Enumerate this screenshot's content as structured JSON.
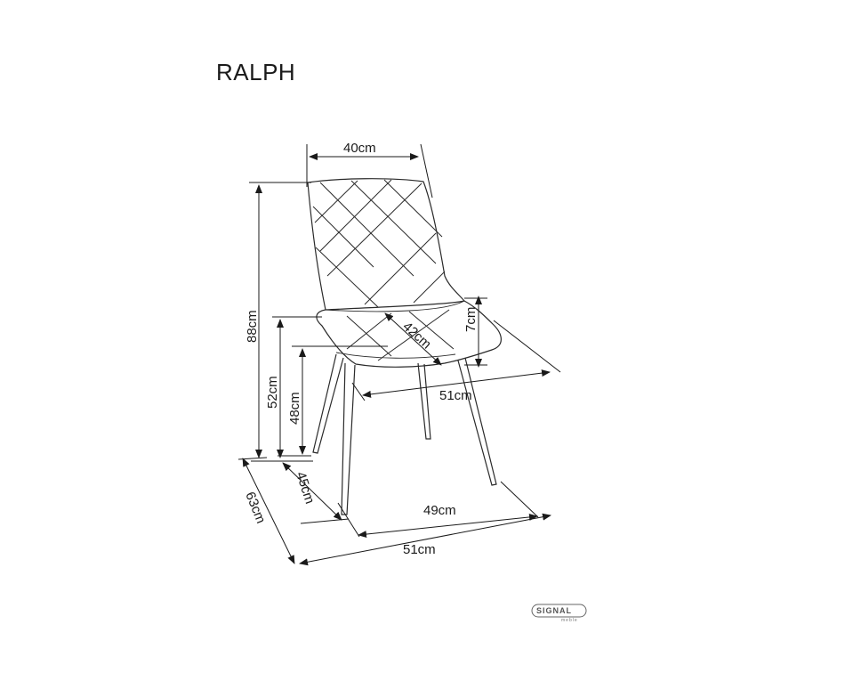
{
  "title": "RALPH",
  "dimensions": {
    "top_width": "40cm",
    "total_height": "88cm",
    "seat_height": "52cm",
    "leg_height": "48cm",
    "seat_depth": "42cm",
    "backrest_offset": "7cm",
    "seat_width": "51cm",
    "leg_depth": "45cm",
    "total_depth": "63cm",
    "leg_width": "49cm",
    "total_width": "51cm"
  },
  "logo": {
    "main": "SIGNAL",
    "sub": "meble"
  }
}
